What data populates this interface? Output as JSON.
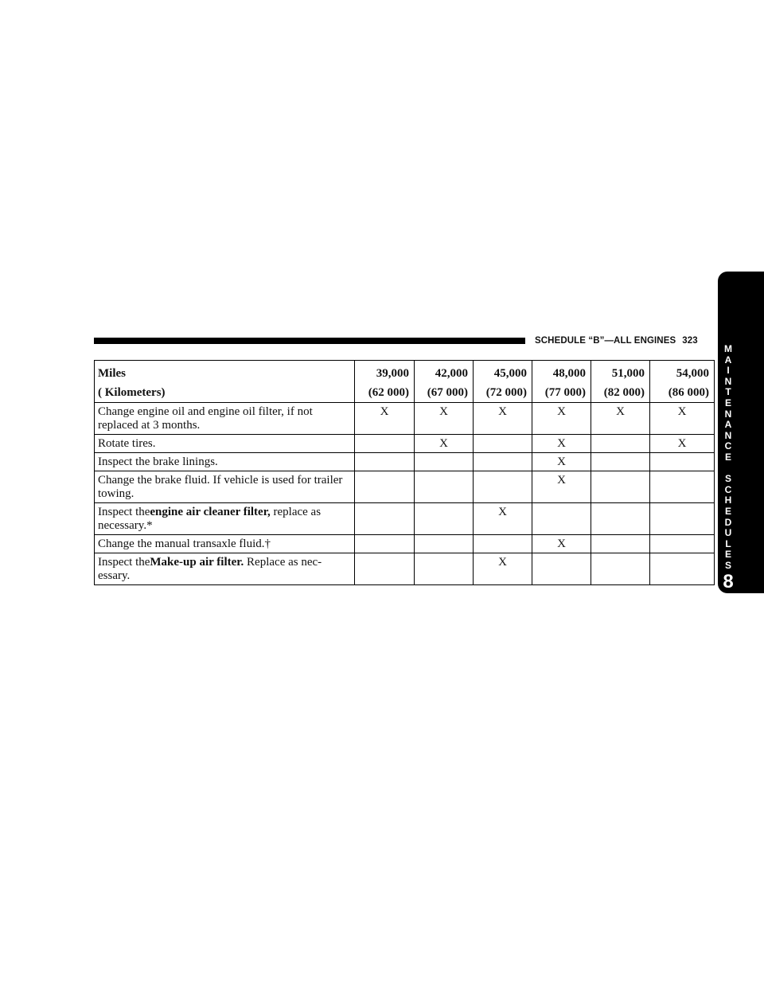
{
  "header": {
    "title": "SCHEDULE “B”—ALL ENGINES",
    "page_number": "323"
  },
  "side_tab": {
    "letters": [
      "M",
      "A",
      "I",
      "N",
      "T",
      "E",
      "N",
      "A",
      "N",
      "C",
      "E",
      "",
      "S",
      "C",
      "H",
      "E",
      "D",
      "U",
      "L",
      "E",
      "S"
    ],
    "chapter_number": "8"
  },
  "table": {
    "label_header_1": "Miles",
    "label_header_2": "( Kilometers)",
    "columns": [
      {
        "miles": "39,000",
        "km": "(62 000)"
      },
      {
        "miles": "42,000",
        "km": "(67 000)"
      },
      {
        "miles": "45,000",
        "km": "(72 000)"
      },
      {
        "miles": "48,000",
        "km": "(77 000)"
      },
      {
        "miles": "51,000",
        "km": "(82 000)"
      },
      {
        "miles": "54,000",
        "km": "(86 000)"
      }
    ],
    "rows": [
      {
        "pre": "Change engine oil and engine oil filter, if not replaced at 3 months.",
        "bold": "",
        "post": "",
        "marks": [
          "X",
          "X",
          "X",
          "X",
          "X",
          "X"
        ]
      },
      {
        "pre": "Rotate tires.",
        "bold": "",
        "post": "",
        "marks": [
          "",
          "X",
          "",
          "X",
          "",
          "X"
        ]
      },
      {
        "pre": "Inspect the brake linings.",
        "bold": "",
        "post": "",
        "marks": [
          "",
          "",
          "",
          "X",
          "",
          ""
        ]
      },
      {
        "pre": "Change the brake fluid. If vehicle is used for trailer towing.",
        "bold": "",
        "post": "",
        "marks": [
          "",
          "",
          "",
          "X",
          "",
          ""
        ]
      },
      {
        "pre": "Inspect the",
        "bold": "engine air cleaner filter,",
        "post": " replace as necessary.*",
        "marks": [
          "",
          "",
          "X",
          "",
          "",
          ""
        ]
      },
      {
        "pre": "Change the manual transaxle fluid.†",
        "bold": "",
        "post": "",
        "marks": [
          "",
          "",
          "",
          "X",
          "",
          ""
        ]
      },
      {
        "pre": "Inspect the",
        "bold": "Make-up air filter.",
        "post": " Replace as nec-essary.",
        "marks": [
          "",
          "",
          "X",
          "",
          "",
          ""
        ]
      }
    ]
  }
}
